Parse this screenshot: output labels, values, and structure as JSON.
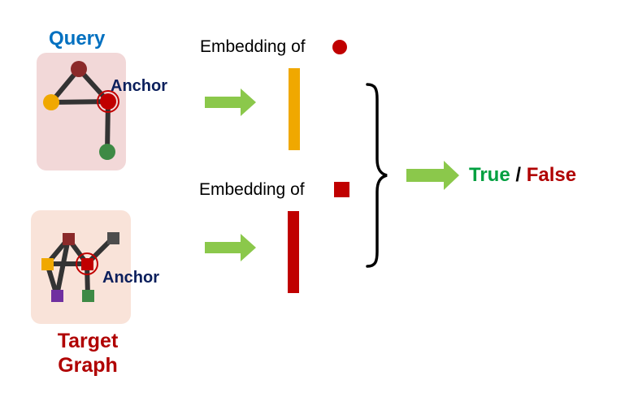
{
  "query": {
    "title": "Query",
    "anchor_label": "Anchor",
    "panel_color": "#f2d8d8"
  },
  "target": {
    "title_line1": "Target",
    "title_line2": "Graph",
    "anchor_label": "Anchor",
    "panel_color": "#f9e3d9"
  },
  "embeddings": {
    "query_label": "Embedding of",
    "query_marker": "circle",
    "query_bar_color": "#f0a800",
    "target_label": "Embedding of",
    "target_marker": "square",
    "target_bar_color": "#c00000"
  },
  "result": {
    "true_label": "True",
    "separator": "/",
    "false_label": "False"
  },
  "colors": {
    "arrow": "#8bc84b",
    "edge": "#333333",
    "node_darkred": "#8b2a2a",
    "node_orange": "#f0a800",
    "node_anchor": "#c00000",
    "node_green": "#3e8a45",
    "node_purple": "#7030a0",
    "node_gray": "#4d4d4d"
  }
}
